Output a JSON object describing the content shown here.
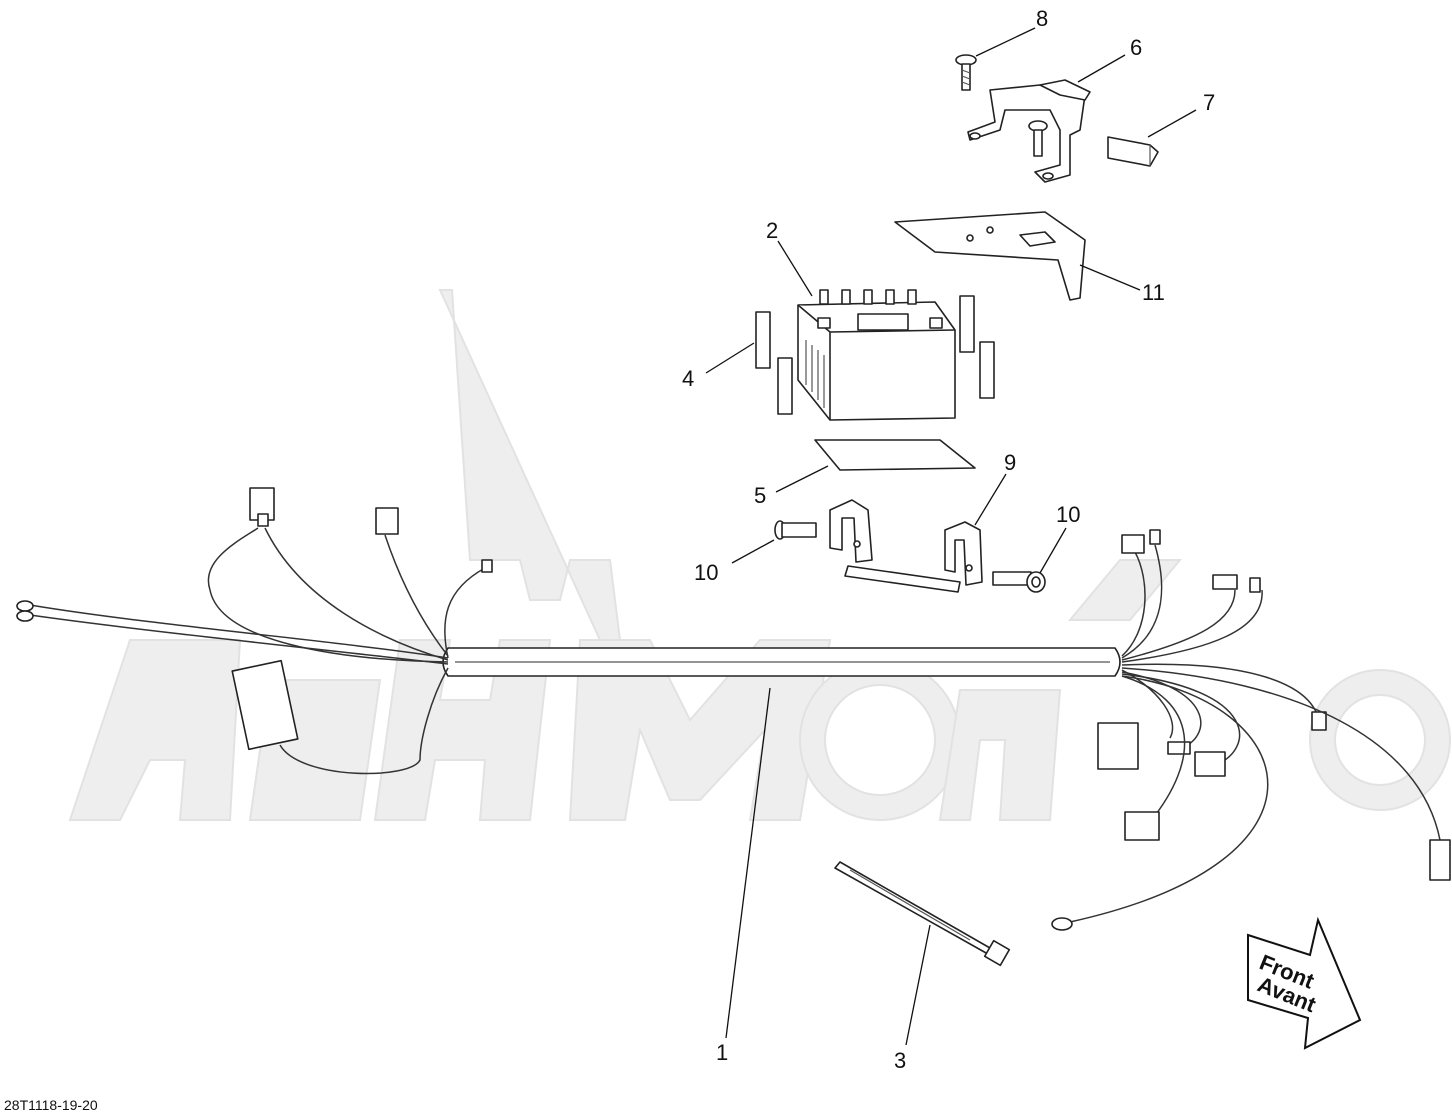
{
  "callouts": {
    "c1": "1",
    "c2": "2",
    "c3": "3",
    "c4": "4",
    "c5": "5",
    "c6": "6",
    "c7": "7",
    "c8": "8",
    "c9": "9",
    "c10a": "10",
    "c10b": "10",
    "c11": "11"
  },
  "arrow": {
    "line1": "Front",
    "line2": "Avant"
  },
  "reference_code": "28T1118-19-20"
}
